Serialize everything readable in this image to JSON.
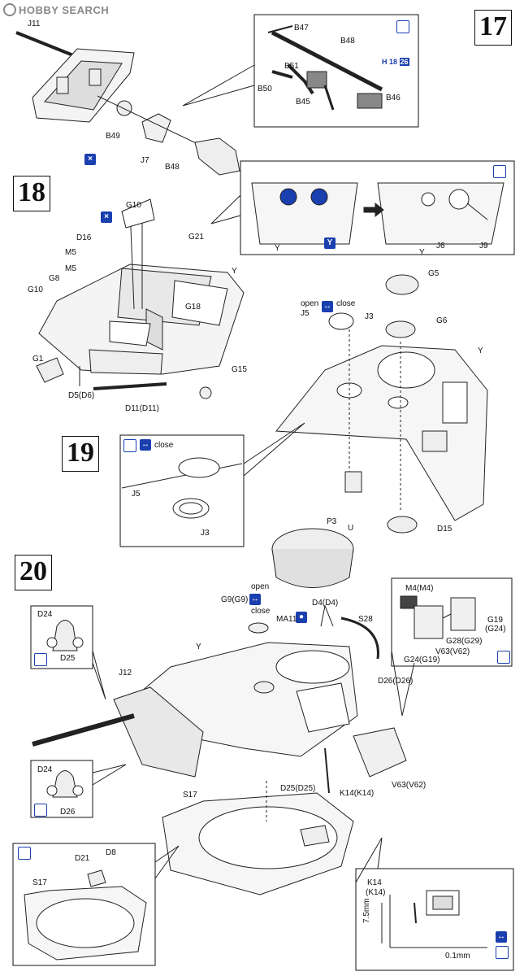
{
  "watermark": "HOBBY SEARCH",
  "steps": {
    "s17": "17",
    "s18": "18",
    "s19": "19",
    "s20": "20"
  },
  "step17": {
    "parts": [
      "J11",
      "B49",
      "J7",
      "B48"
    ],
    "inset_parts": [
      "B47",
      "B48",
      "B51",
      "B50",
      "B45",
      "B46"
    ],
    "inset_badge": "H",
    "inset_badge_nums": [
      "18",
      "26"
    ]
  },
  "step18": {
    "parts": [
      "G10",
      "D16",
      "M5",
      "M5",
      "G8",
      "G10",
      "G21",
      "Y",
      "G18",
      "G1",
      "D5(D6)",
      "D11(D11)",
      "G15"
    ],
    "inset_parts": [
      "Y",
      "Y",
      "J6",
      "J9"
    ],
    "right_parts": [
      "G5",
      "J5",
      "J3",
      "G6",
      "Y",
      "P3",
      "D15"
    ],
    "open_label": "open",
    "close_label": "close"
  },
  "step19": {
    "close_label": "close",
    "parts": [
      "J5",
      "J3"
    ]
  },
  "step20": {
    "parts": [
      "U",
      "G9(G9)",
      "MA11",
      "D4(D4)",
      "S28",
      "Y",
      "J12",
      "D26(D26)",
      "D25(D25)",
      "K14(K14)",
      "V63(V62)",
      "S17"
    ],
    "open_label": "open",
    "close_label": "close",
    "inset_left1": [
      "D24",
      "D25"
    ],
    "inset_left2": [
      "D24",
      "D26"
    ],
    "inset_right": [
      "M4(M4)",
      "G19",
      "(G24)",
      "G28(G29)",
      "V63(V62)",
      "G24(G19)"
    ],
    "inset_bottom_left": [
      "D21",
      "D8",
      "S17"
    ],
    "inset_bottom_right": [
      "K14",
      "(K14)",
      "7.5mm",
      "0.1mm"
    ]
  }
}
